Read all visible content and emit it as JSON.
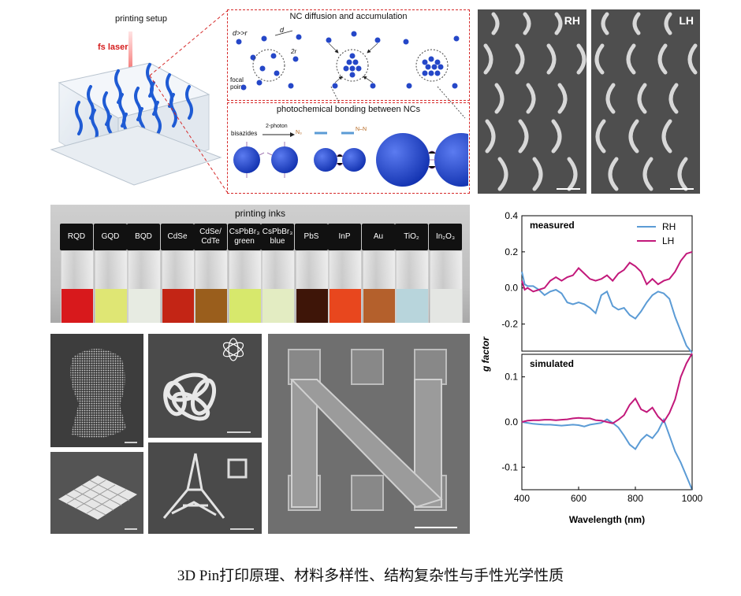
{
  "setup": {
    "title": "printing setup",
    "laser": "fs laser"
  },
  "diffusion": {
    "title": "NC diffusion and accumulation",
    "d_gt_r": "d>>r",
    "d": "d",
    "two_r": "2r",
    "focal_point": "focal point"
  },
  "bonding": {
    "title": "photochemical bonding between NCs",
    "bisazides": "bisazides",
    "two_photon": "2-photon",
    "n3": "N₃",
    "nn": "N–N"
  },
  "sem_chiral": {
    "rh": "RH",
    "lh": "LH"
  },
  "inks": {
    "title": "printing inks",
    "vials": [
      {
        "label": "RQD",
        "color": "#d8191c"
      },
      {
        "label": "GQD",
        "color": "#dfe674"
      },
      {
        "label": "BQD",
        "color": "#e7ebe2"
      },
      {
        "label": "CdSe",
        "color": "#c32515"
      },
      {
        "label": "CdSe/\nCdTe",
        "color": "#9a5e1c"
      },
      {
        "label": "CsPbBr₃\ngreen",
        "color": "#d7e86c"
      },
      {
        "label": "CsPbBr₃\nblue",
        "color": "#e3ecc2"
      },
      {
        "label": "PbS",
        "color": "#3e1508"
      },
      {
        "label": "InP",
        "color": "#e8471e"
      },
      {
        "label": "Au",
        "color": "#b4602c"
      },
      {
        "label": "TiO₂",
        "color": "#b8d5dc"
      },
      {
        "label": "In₂O₃",
        "color": "#e4e6e3"
      }
    ]
  },
  "chart_data": [
    {
      "type": "line",
      "title": "measured",
      "xlabel": "Wavelength (nm)",
      "ylabel": "g factor",
      "xlim": [
        400,
        1000
      ],
      "ylim": [
        -0.35,
        0.4
      ],
      "yticks": [
        "0.4",
        "0.2",
        "0.0",
        "-0.2"
      ],
      "legend": "top-right",
      "x": [
        400,
        410,
        420,
        440,
        460,
        480,
        500,
        520,
        540,
        560,
        580,
        600,
        620,
        640,
        660,
        680,
        700,
        720,
        740,
        760,
        780,
        800,
        820,
        840,
        860,
        880,
        900,
        920,
        940,
        960,
        980,
        1000
      ],
      "series": [
        {
          "name": "RH",
          "color": "#5b9bd5",
          "values": [
            0.09,
            0.02,
            0.01,
            0.01,
            -0.01,
            -0.04,
            -0.02,
            -0.01,
            -0.03,
            -0.08,
            -0.09,
            -0.08,
            -0.09,
            -0.11,
            -0.14,
            -0.04,
            -0.02,
            -0.1,
            -0.12,
            -0.11,
            -0.15,
            -0.17,
            -0.13,
            -0.08,
            -0.04,
            -0.02,
            -0.03,
            -0.06,
            -0.16,
            -0.24,
            -0.32,
            -0.36
          ]
        },
        {
          "name": "LH",
          "color": "#c2187a",
          "values": [
            0.04,
            -0.01,
            0.0,
            -0.02,
            -0.01,
            0.0,
            0.04,
            0.06,
            0.04,
            0.06,
            0.07,
            0.11,
            0.08,
            0.05,
            0.04,
            0.05,
            0.07,
            0.04,
            0.08,
            0.1,
            0.14,
            0.12,
            0.09,
            0.02,
            0.05,
            0.02,
            0.04,
            0.05,
            0.09,
            0.15,
            0.19,
            0.2
          ]
        }
      ]
    },
    {
      "type": "line",
      "title": "simulated",
      "xlabel": "Wavelength (nm)",
      "ylabel": "g factor",
      "xlim": [
        400,
        1000
      ],
      "ylim": [
        -0.15,
        0.15
      ],
      "yticks": [
        "0.1",
        "0.0",
        "-0.1"
      ],
      "xticks": [
        "400",
        "600",
        "800",
        "1000"
      ],
      "x": [
        400,
        420,
        440,
        460,
        480,
        500,
        520,
        540,
        560,
        580,
        600,
        620,
        640,
        660,
        680,
        700,
        720,
        740,
        760,
        780,
        800,
        820,
        840,
        860,
        880,
        900,
        920,
        940,
        960,
        980,
        1000
      ],
      "series": [
        {
          "name": "RH",
          "color": "#5b9bd5",
          "values": [
            0.0,
            -0.002,
            -0.004,
            -0.005,
            -0.006,
            -0.006,
            -0.007,
            -0.008,
            -0.007,
            -0.006,
            -0.007,
            -0.01,
            -0.006,
            -0.004,
            -0.002,
            0.006,
            -0.002,
            -0.012,
            -0.03,
            -0.05,
            -0.06,
            -0.04,
            -0.028,
            -0.036,
            -0.02,
            0.005,
            -0.03,
            -0.065,
            -0.09,
            -0.12,
            -0.15
          ]
        },
        {
          "name": "LH",
          "color": "#c2187a",
          "values": [
            0.0,
            0.003,
            0.004,
            0.004,
            0.005,
            0.005,
            0.004,
            0.005,
            0.006,
            0.008,
            0.009,
            0.008,
            0.008,
            0.004,
            0.003,
            0.0,
            -0.003,
            0.005,
            0.015,
            0.038,
            0.052,
            0.028,
            0.022,
            0.032,
            0.012,
            0.0,
            0.02,
            0.05,
            0.1,
            0.13,
            0.152
          ]
        }
      ]
    }
  ],
  "caption": "3D Pin打印原理、材料多样性、结构复杂性与手性光学性质"
}
